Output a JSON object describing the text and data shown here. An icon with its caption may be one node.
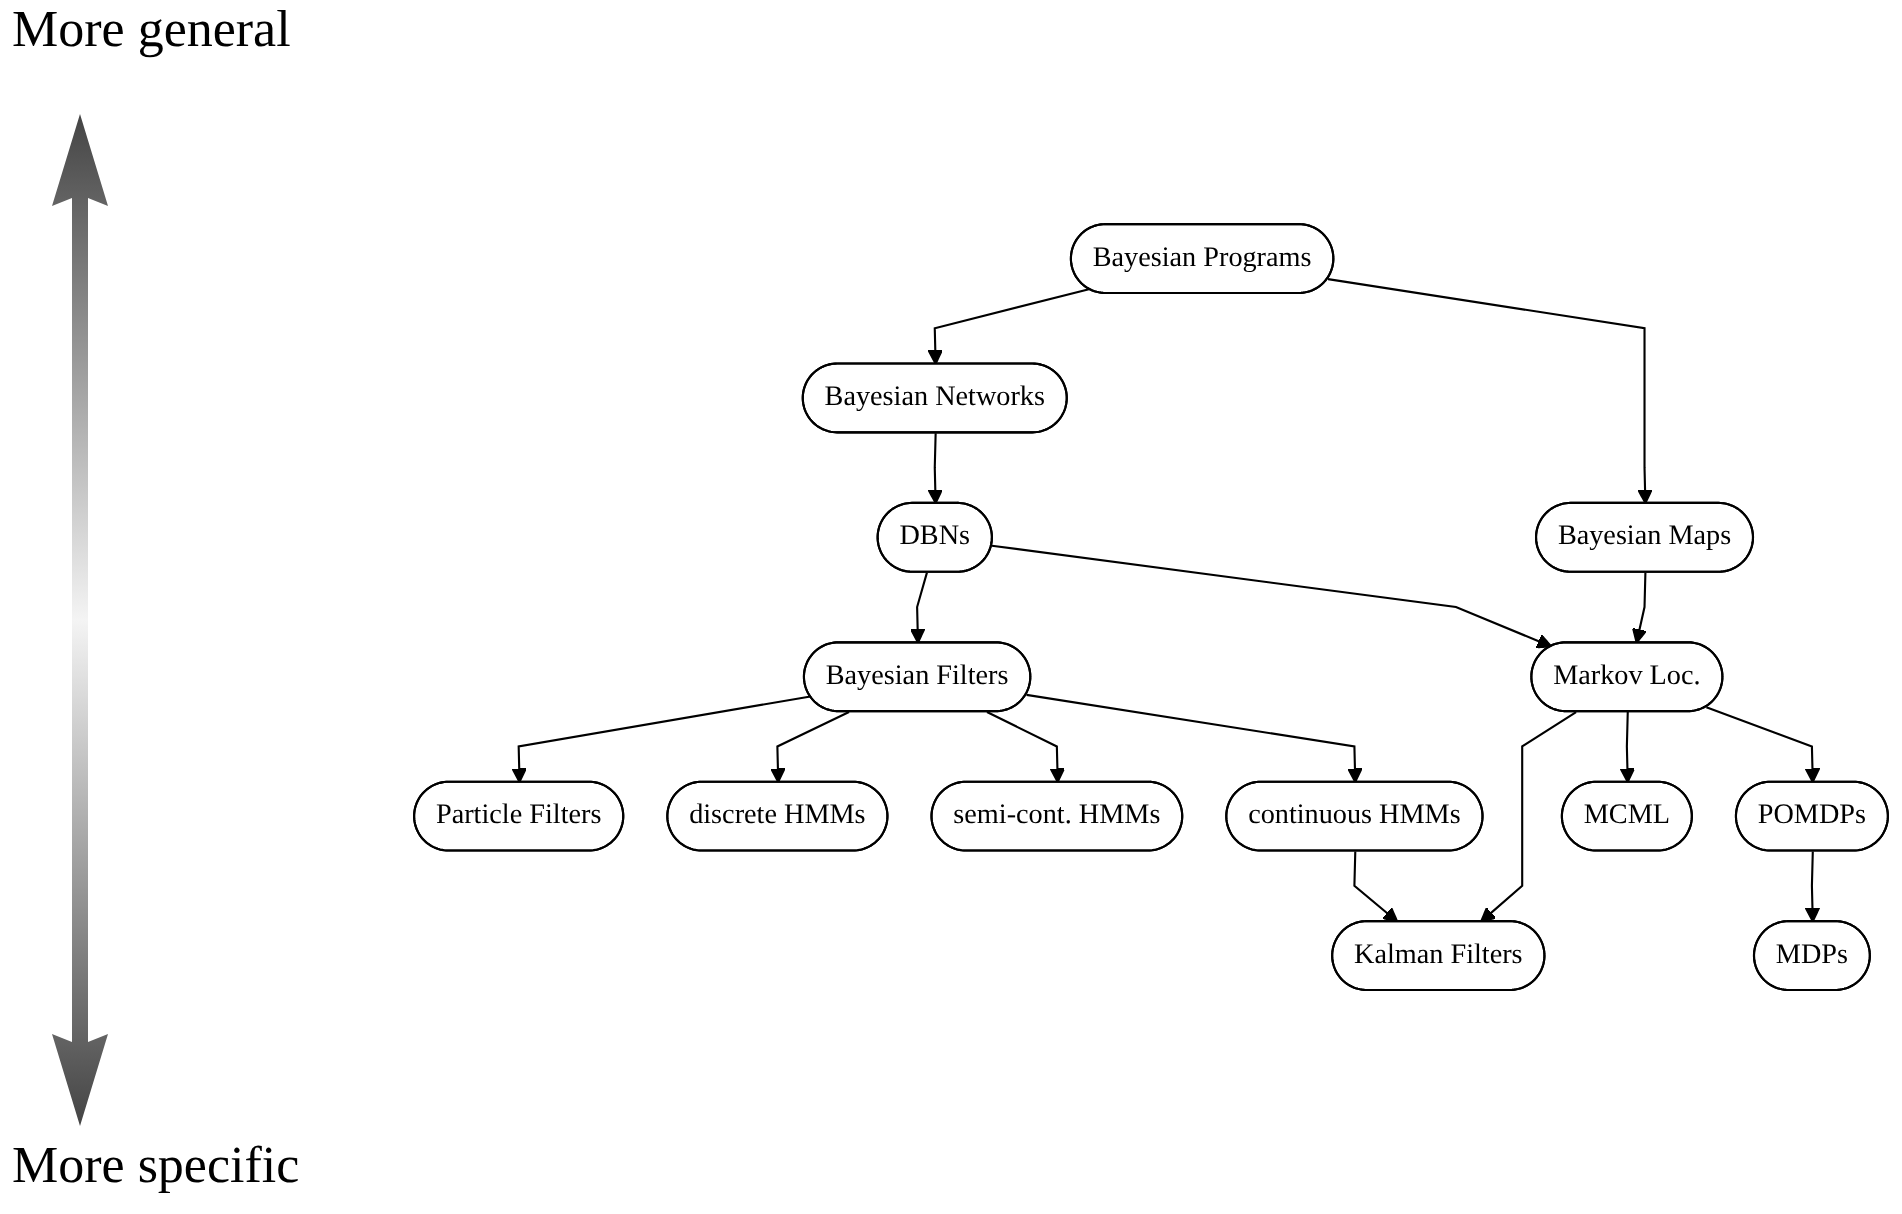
{
  "diagram": {
    "nodes": [
      {
        "text": [
          "Bayesian Programs"
        ]
      },
      {
        "text": [
          "Bayesian Networks"
        ]
      },
      {
        "text": [
          "Bayesian Maps"
        ]
      },
      {
        "text": [
          "DBNs"
        ]
      },
      {
        "text": [
          "Bayesian Filters"
        ]
      },
      {
        "text": [
          "Markov Loc."
        ]
      },
      {
        "text": [
          "Particle Filters"
        ]
      },
      {
        "text": [
          "discrete HMMs"
        ]
      },
      {
        "text": [
          "semi-cont. HMMs"
        ]
      },
      {
        "text": [
          "continuous HMMs"
        ]
      },
      {
        "text": [
          "MCML"
        ]
      },
      {
        "text": [
          "POMDPs"
        ]
      },
      {
        "text": [
          "Kalman Filters"
        ]
      },
      {
        "text": [
          "MDPs"
        ]
      }
    ],
    "edges": [
      {
        "from": 0,
        "to": 1,
        "arrow": "to"
      },
      {
        "from": 0,
        "to": 2,
        "arrow": "to"
      },
      {
        "from": 1,
        "to": 3,
        "arrow": "to"
      },
      {
        "from": 3,
        "to": 4,
        "arrow": "to"
      },
      {
        "from": 3,
        "to": 5,
        "arrow": "to"
      },
      {
        "from": 2,
        "to": 5,
        "arrow": "to"
      },
      {
        "from": 4,
        "to": 6,
        "arrow": "to"
      },
      {
        "from": 4,
        "to": 7,
        "arrow": "to"
      },
      {
        "from": 4,
        "to": 8,
        "arrow": "to"
      },
      {
        "from": 4,
        "to": 9,
        "arrow": "to"
      },
      {
        "from": 5,
        "to": 12,
        "arrow": "to"
      },
      {
        "from": 5,
        "to": 10,
        "arrow": "to"
      },
      {
        "from": 5,
        "to": 11,
        "arrow": "to"
      },
      {
        "from": 9,
        "to": 12,
        "arrow": "to"
      },
      {
        "from": 11,
        "to": 13,
        "arrow": "to"
      }
    ],
    "labels": [
      "More general",
      "More specific"
    ]
  }
}
